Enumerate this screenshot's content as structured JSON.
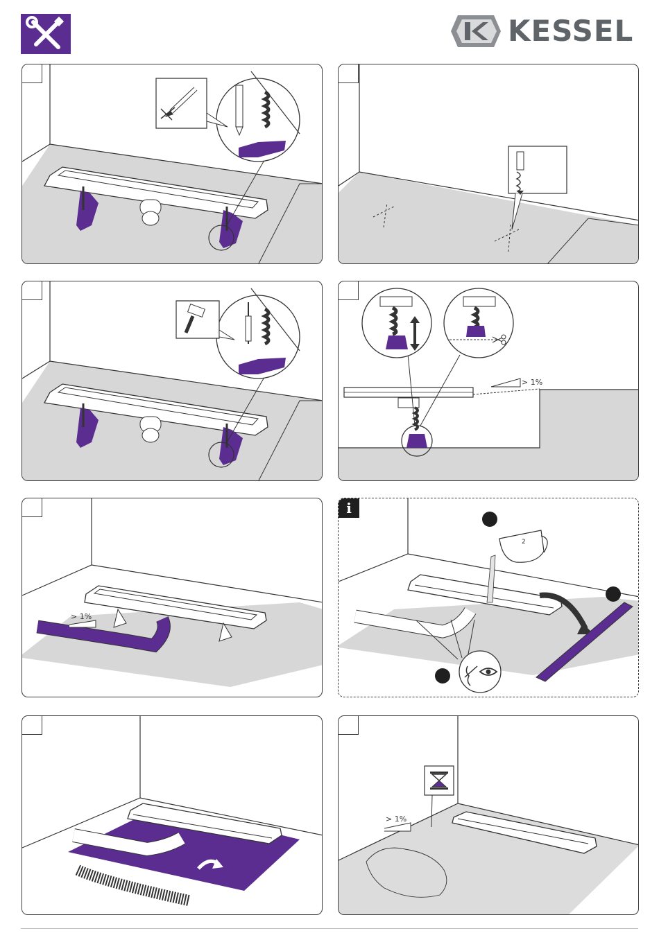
{
  "header": {
    "tools_icon": "wrench-screwdriver-icon",
    "brand": "KESSEL",
    "brand_color": "#5f6469",
    "accent_color": "#5b2d91"
  },
  "panels": [
    {
      "name": "panel-mark-feet",
      "icons": [
        "pencil-icon"
      ]
    },
    {
      "name": "panel-drill",
      "icons": [
        "drill-bit-icon"
      ]
    },
    {
      "name": "panel-anchor",
      "icons": [
        "hammer-icon"
      ]
    },
    {
      "name": "panel-level",
      "slope": "> 1%",
      "icons": [
        "scissors-icon",
        "height-adjust-arrows-icon"
      ]
    },
    {
      "name": "panel-connect-pipe",
      "slope": "> 1%"
    },
    {
      "name": "panel-leak-test",
      "info": "i",
      "jug_label": "2",
      "icons": [
        "info-icon",
        "jug-icon",
        "no-smell-icon",
        "eye-icon"
      ]
    },
    {
      "name": "panel-sealing"
    },
    {
      "name": "panel-screed",
      "slope": "> 1%",
      "icons": [
        "hourglass-icon"
      ]
    }
  ]
}
